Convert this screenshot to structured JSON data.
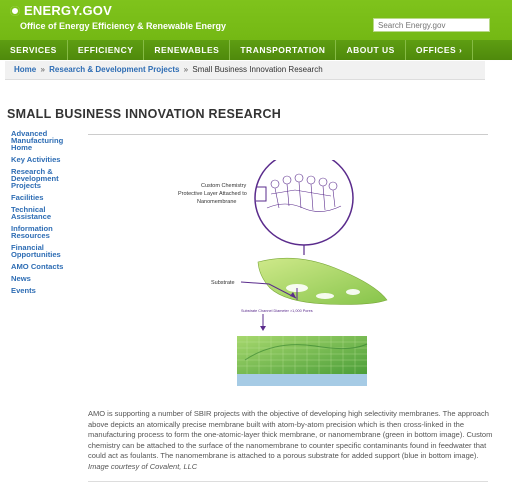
{
  "header": {
    "logo_text": "ENERGY.GOV",
    "office_name": "Office of Energy Efficiency & Renewable Energy",
    "search_placeholder": "Search Energy.gov"
  },
  "nav": {
    "items": [
      "SERVICES",
      "EFFICIENCY",
      "RENEWABLES",
      "TRANSPORTATION",
      "ABOUT US",
      "OFFICES ›"
    ]
  },
  "breadcrumb": {
    "home": "Home",
    "sep": "»",
    "parent": "Research & Development Projects",
    "current": "Small Business Innovation Research"
  },
  "page_title": "SMALL BUSINESS INNOVATION RESEARCH",
  "sidebar": {
    "items": [
      "Advanced Manufacturing Home",
      "Key Activities",
      "Research & Development Projects",
      "Facilities",
      "Technical Assistance",
      "Information Resources",
      "Financial Opportunities",
      "AMO Contacts",
      "News",
      "Events"
    ]
  },
  "figure": {
    "label_chemistry_1": "Custom Chemistry",
    "label_chemistry_2": "Protective Layer Attached to",
    "label_chemistry_3": "Nanomembrane",
    "label_substrate": "Substrate",
    "label_channel": "Substrate Channel Diameter >1,000 Pores"
  },
  "caption": {
    "body": "AMO is supporting a number of SBIR projects with the objective of developing high selectivity membranes. The approach above depicts an atomically precise membrane built with atom-by-atom precision which is then cross-linked in the manufacturing process to form the one-atomic-layer thick membrane, or nanomembrane (green in bottom image). Custom chemistry can be attached to the surface of the nanomembrane to counter specific contaminants found in feedwater that could act as foulants. The nanomembrane is attached to a porous substrate for added support (blue in bottom image).",
    "credit": "Image courtesy of Covalent, LLC"
  },
  "colors": {
    "brand_green": "#7fc31c",
    "nav_green": "#5e9e12",
    "link_blue": "#2e6db4",
    "accent_purple": "#5a2b8c"
  }
}
